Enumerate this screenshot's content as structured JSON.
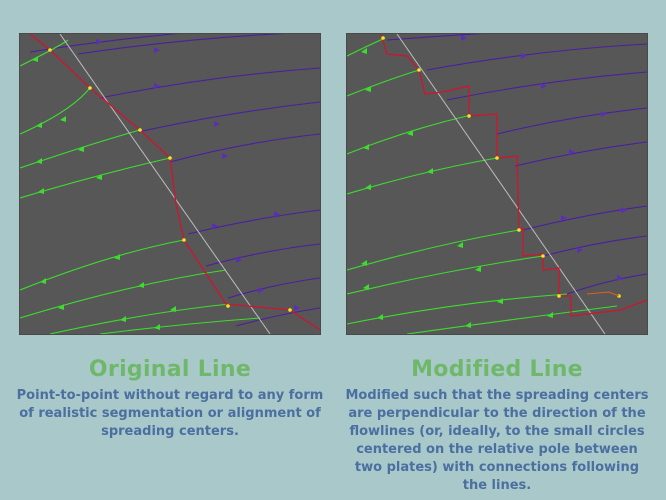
{
  "left": {
    "title": "Original Line",
    "text": "Point-to-point without regard to any form of realistic segmentation or alignment of spreading centers."
  },
  "right": {
    "title": "Modified Line",
    "text": "Modified such that the spreading centers are perpendicular to the direction of the flowlines (or, ideally, to the small circles centered on the relative pole between two plates) with connections following the lines."
  },
  "colors": {
    "background": "#a9c8c9",
    "panel": "#575757",
    "green_flowline": "#3ddc2e",
    "purple_flowline": "#4b1fa0",
    "ridge": "#d0142e",
    "guide": "#bdbdbd",
    "vertex": "#f5e61e",
    "title": "#6fb86a",
    "text": "#4a6fa0"
  }
}
